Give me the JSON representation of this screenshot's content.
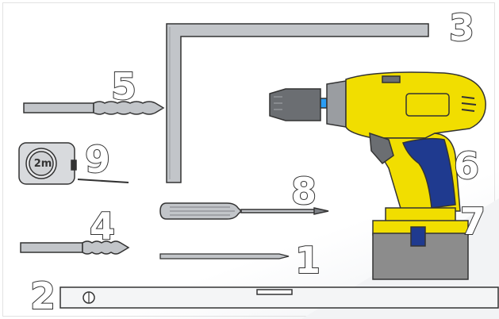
{
  "labels": {
    "drill_bit_small": "1",
    "spirit_level": "2",
    "square": "3",
    "drill_bit_medium": "4",
    "drill_bit_large": "5",
    "drill": "6",
    "battery": "7",
    "screwdriver": "8",
    "tape_measure": "9"
  },
  "tape_measure_label": "2m",
  "colors": {
    "drill_body": "#f1de00",
    "drill_grip": "#1f3a8f",
    "battery": "#8c8c8c",
    "battery_clip": "#1f3a8f",
    "metal": "#b9bcc0",
    "outline": "#333333"
  }
}
